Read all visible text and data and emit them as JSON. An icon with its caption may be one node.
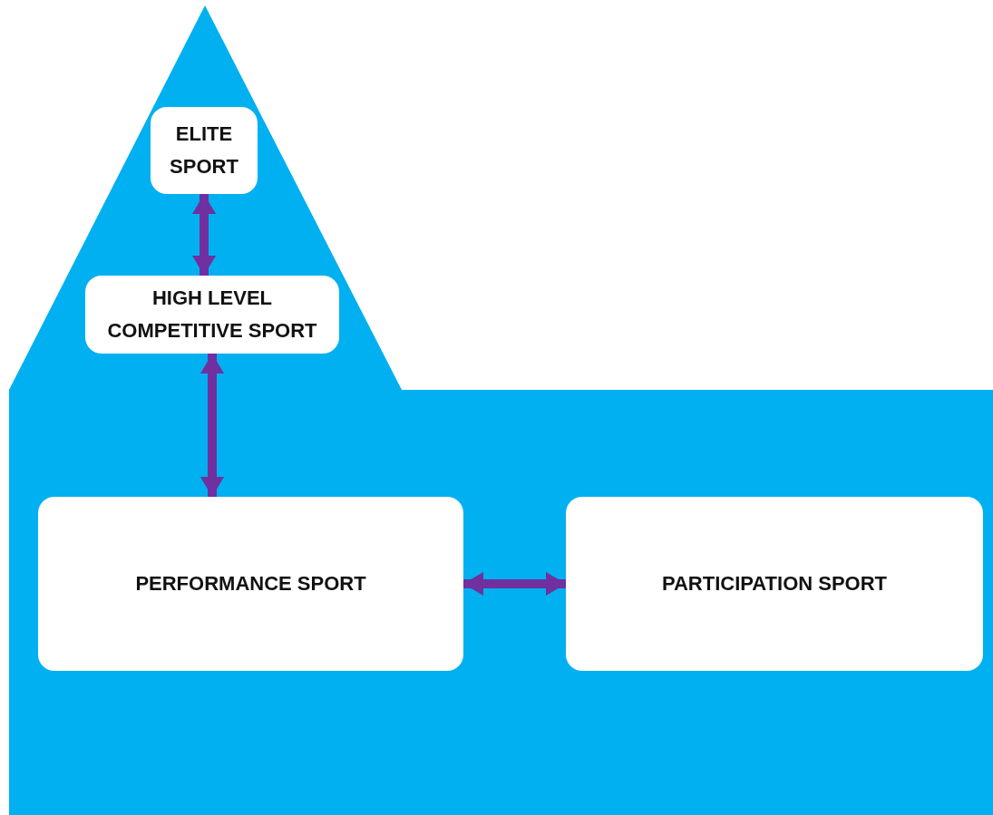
{
  "diagram": {
    "nodes": [
      {
        "text": [
          "ELITE SPORT"
        ]
      },
      {
        "text": [
          "HIGH LEVEL COMPETITIVE SPORT"
        ]
      },
      {
        "text": [
          "PERFORMANCE SPORT"
        ]
      },
      {
        "text": [
          "PARTICIPATION SPORT"
        ]
      }
    ],
    "edges": [
      {
        "from": 0,
        "to": 1,
        "arrow": "both"
      },
      {
        "from": 1,
        "to": 2,
        "arrow": "both"
      },
      {
        "from": 2,
        "to": 3,
        "arrow": "both"
      }
    ]
  }
}
